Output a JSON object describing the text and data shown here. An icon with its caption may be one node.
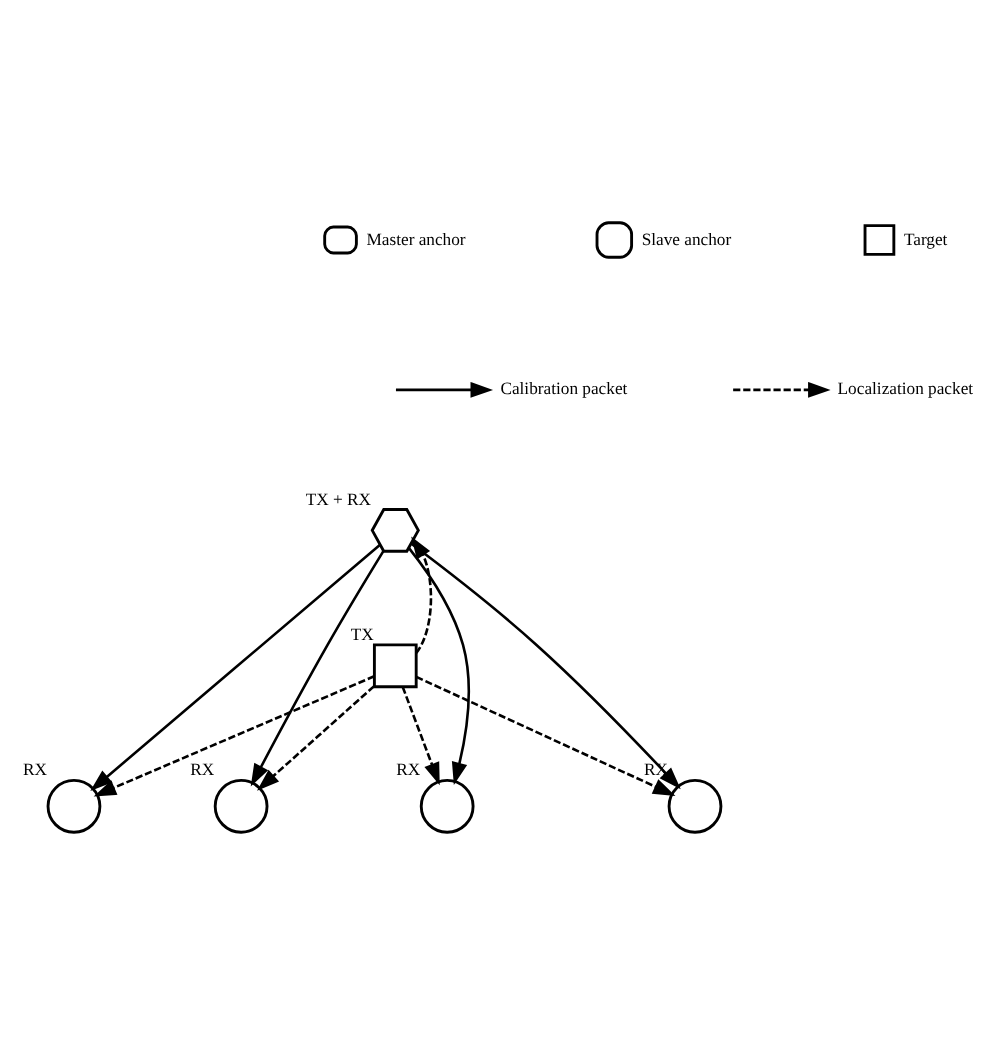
{
  "diagram": {
    "nodes": [
      {
        "text": [],
        "shape": "hexagon",
        "beside": [
          "TX + RX"
        ]
      },
      {
        "text": [],
        "shape": "circle",
        "beside": [
          "RX"
        ]
      },
      {
        "text": [],
        "shape": "box",
        "beside": [
          "TX"
        ]
      },
      {
        "text": [],
        "shape": "circle",
        "beside": [
          "RX"
        ]
      },
      {
        "text": [],
        "shape": "circle",
        "beside": [
          "RX"
        ]
      },
      {
        "text": [],
        "shape": "circle",
        "beside": [
          "RX"
        ]
      }
    ],
    "edges": [
      {
        "from": 0,
        "to": 1,
        "arrow": "to"
      },
      {
        "from": 0,
        "to": 3,
        "arrow": "to"
      },
      {
        "from": 0,
        "to": 4,
        "arrow": "to"
      },
      {
        "from": 0,
        "to": 5,
        "arrow": "to"
      },
      {
        "from": 2,
        "to": 0,
        "arrow": "to",
        "style": "dashed"
      },
      {
        "from": 2,
        "to": 1,
        "arrow": "to",
        "style": "dashed"
      },
      {
        "from": 2,
        "to": 3,
        "arrow": "to",
        "style": "dashed"
      },
      {
        "from": 2,
        "to": 4,
        "arrow": "to",
        "style": "dashed"
      },
      {
        "from": 2,
        "to": 5,
        "arrow": "to",
        "style": "dashed"
      }
    ],
    "legend": [
      {
        "text": "Master anchor"
      },
      {
        "text": "Slave anchor"
      },
      {
        "text": "Target"
      },
      {
        "text": "Calibration packet"
      },
      {
        "text": "Localization packet"
      }
    ]
  }
}
